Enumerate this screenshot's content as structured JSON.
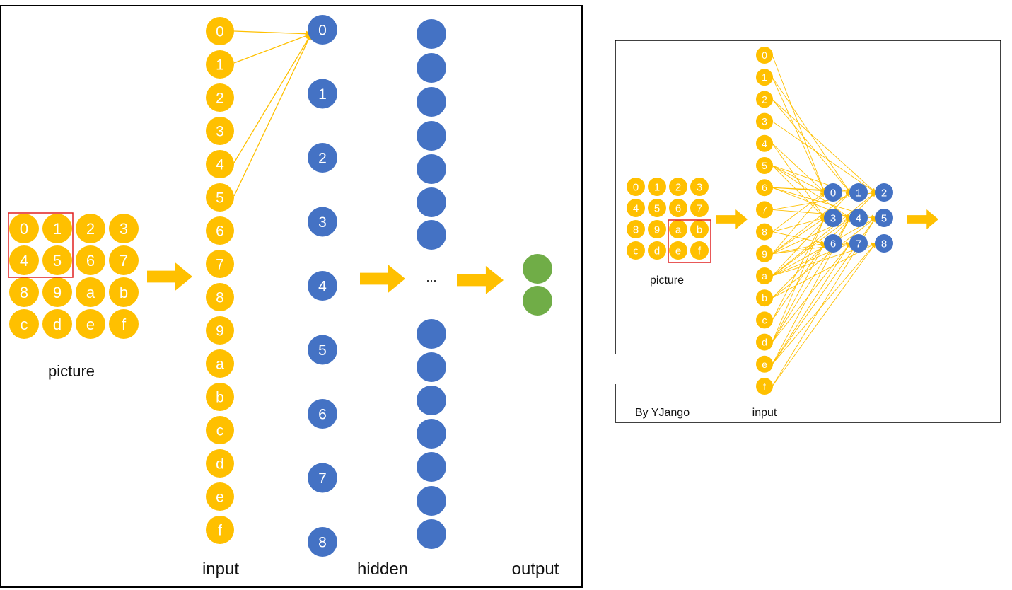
{
  "colors": {
    "input_node": "#ffc000",
    "hidden_node": "#4472c4",
    "output_node": "#70ad47",
    "arrow": "#ffc000",
    "highlight_box": "#e02020",
    "frame": "#000000"
  },
  "left_panel": {
    "picture_grid": [
      "0",
      "1",
      "2",
      "3",
      "4",
      "5",
      "6",
      "7",
      "8",
      "9",
      "a",
      "b",
      "c",
      "d",
      "e",
      "f"
    ],
    "picture_label": "picture",
    "input_nodes": [
      "0",
      "1",
      "2",
      "3",
      "4",
      "5",
      "6",
      "7",
      "8",
      "9",
      "a",
      "b",
      "c",
      "d",
      "e",
      "f"
    ],
    "input_label": "input",
    "hidden_nodes": [
      "0",
      "1",
      "2",
      "3",
      "4",
      "5",
      "6",
      "7",
      "8"
    ],
    "ellipsis": "...",
    "hidden_label": "hidden",
    "output_label": "output"
  },
  "right_panel": {
    "picture_grid": [
      "0",
      "1",
      "2",
      "3",
      "4",
      "5",
      "6",
      "7",
      "8",
      "9",
      "a",
      "b",
      "c",
      "d",
      "e",
      "f"
    ],
    "picture_label": "picture",
    "input_nodes": [
      "0",
      "1",
      "2",
      "3",
      "4",
      "5",
      "6",
      "7",
      "8",
      "9",
      "a",
      "b",
      "c",
      "d",
      "e",
      "f"
    ],
    "input_label": "input",
    "hidden_grid": [
      "0",
      "1",
      "2",
      "3",
      "4",
      "5",
      "6",
      "7",
      "8"
    ],
    "credit": "By YJango"
  }
}
